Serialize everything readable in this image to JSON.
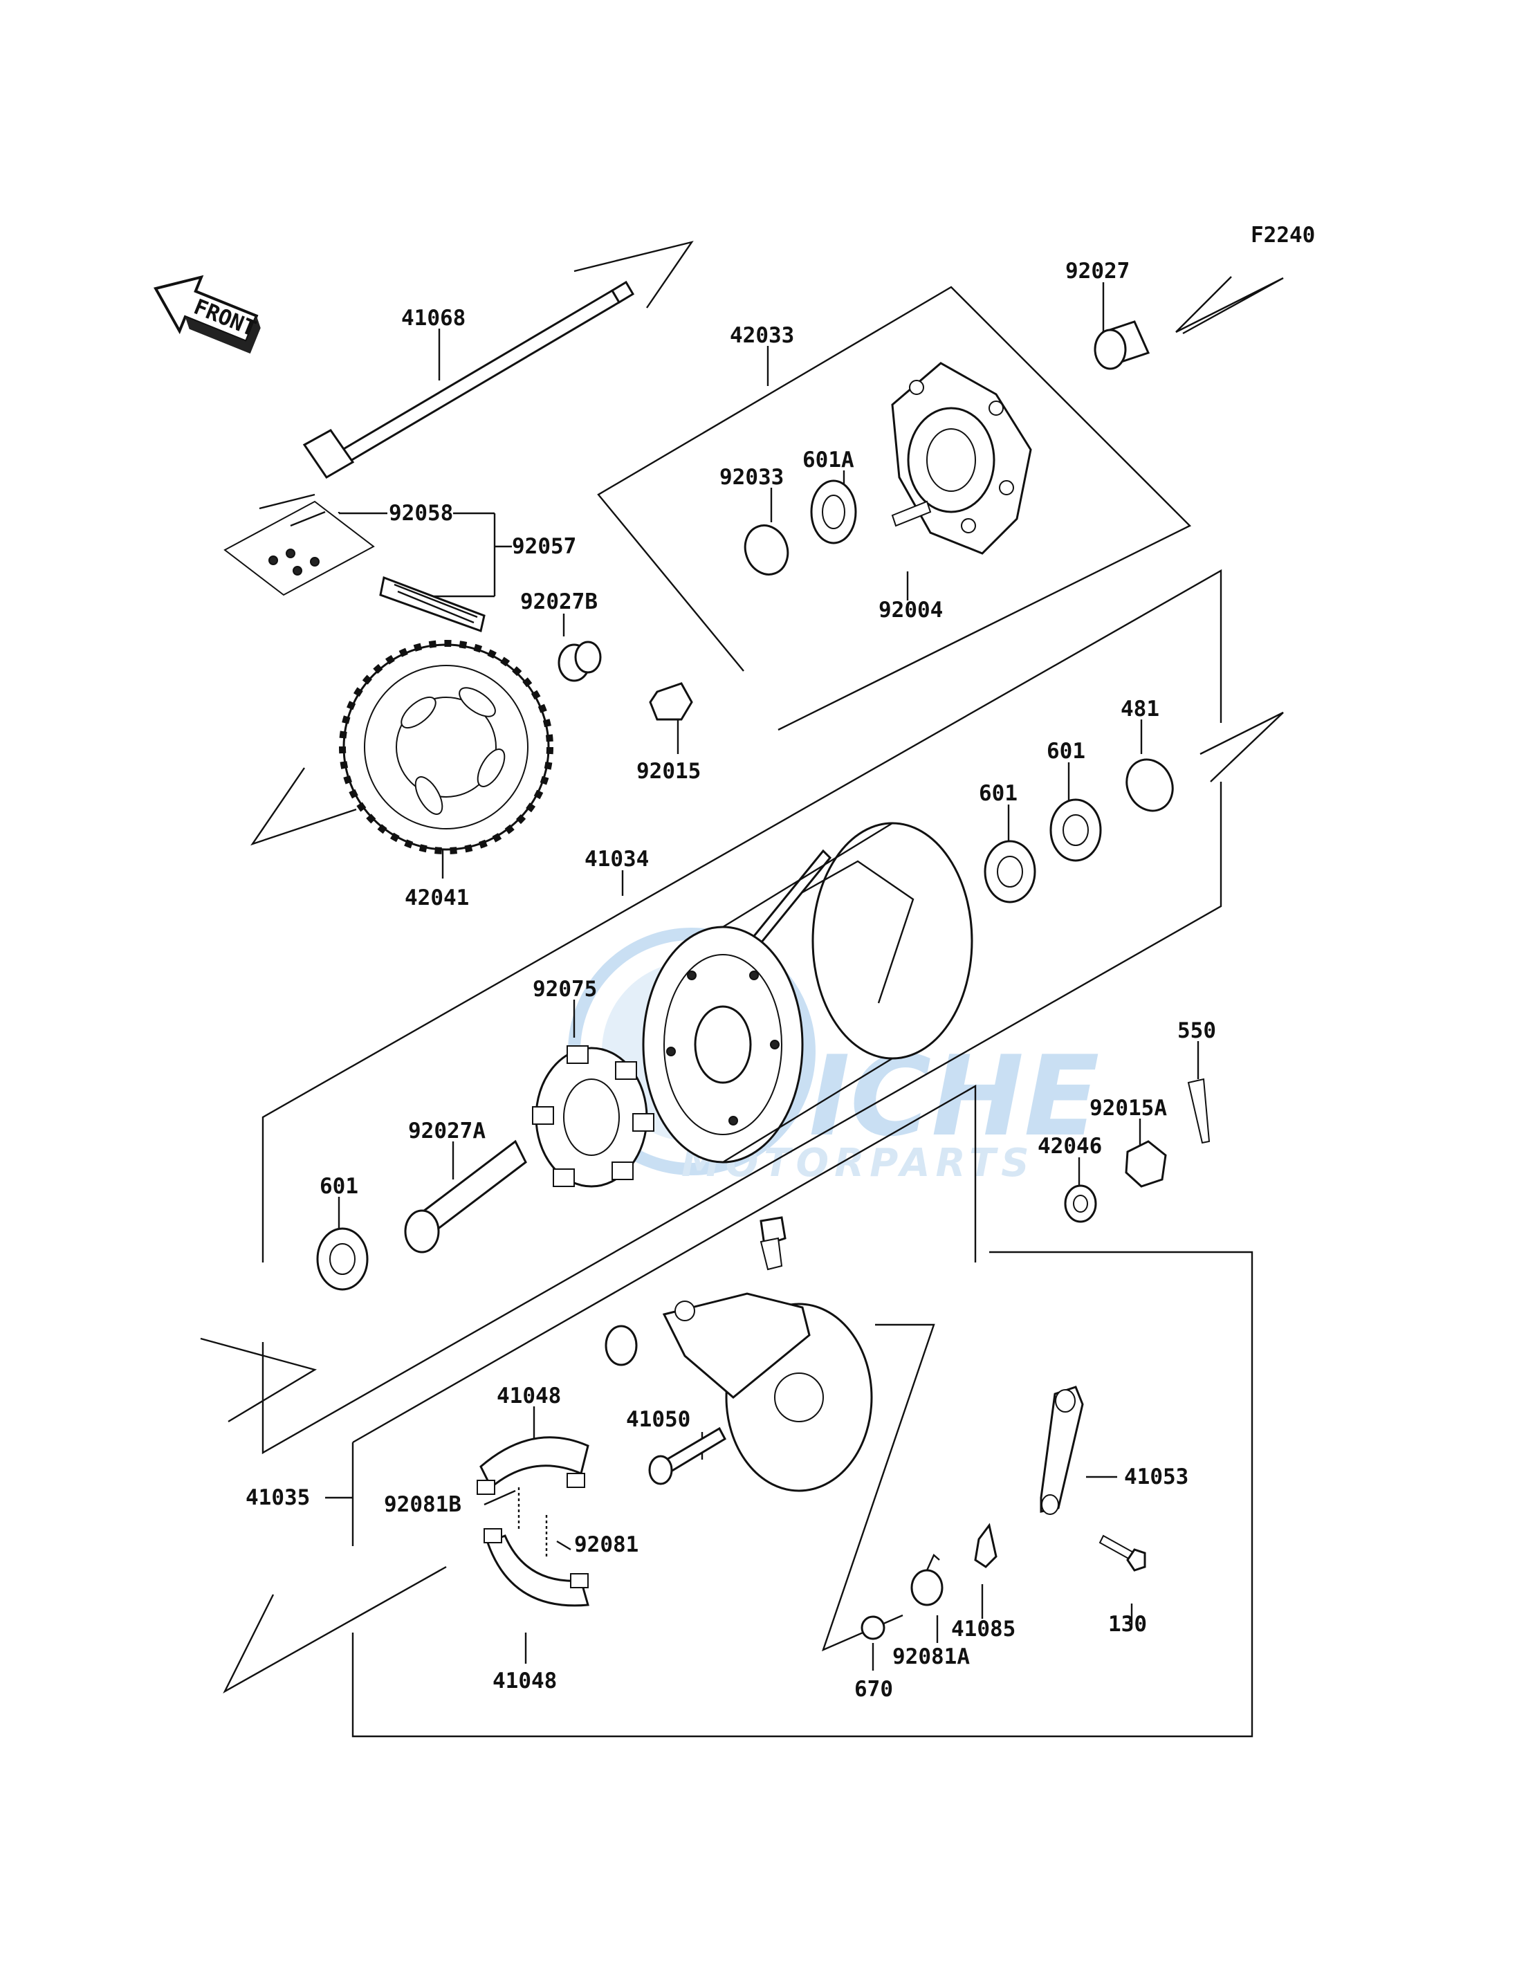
{
  "figure_code": "F2240",
  "front_label": "FRONT",
  "watermark": {
    "brand": "FICHE",
    "sub": "MOTORPARTS",
    "color": "#9ec6ea"
  },
  "parts": {
    "p41068": "41068",
    "p42033": "42033",
    "p92027": "92027",
    "p601A": "601A",
    "p92033": "92033",
    "p92058": "92058",
    "p92057": "92057",
    "p92027B": "92027B",
    "p92004": "92004",
    "p92015": "92015",
    "p481": "481",
    "p601_r2": "601",
    "p601_r1": "601",
    "p42041": "42041",
    "p41034": "41034",
    "p92075": "92075",
    "p550": "550",
    "p92015A": "92015A",
    "p92027A": "92027A",
    "p42046": "42046",
    "p601_l": "601",
    "p41048_top": "41048",
    "p41050": "41050",
    "p41053": "41053",
    "p41035": "41035",
    "p92081B": "92081B",
    "p92081": "92081",
    "p41085": "41085",
    "p41048_bot": "41048",
    "p92081A": "92081A",
    "p130": "130",
    "p670": "670"
  }
}
